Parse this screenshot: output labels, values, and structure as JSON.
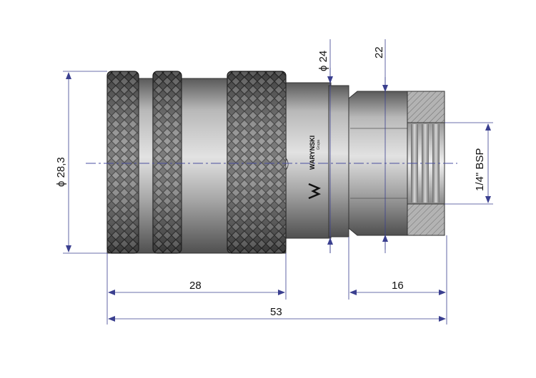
{
  "drawing": {
    "logo": {
      "brand": "WARYNSKI",
      "sub": "Grupa"
    },
    "dimensions": {
      "outer_diameter": "ϕ 28,3",
      "body_diameter": "ϕ 24",
      "hex_size": "22",
      "thread": "1/4\" BSP",
      "socket_length": "28",
      "nipple_length": "16",
      "overall_length": "53"
    },
    "colors": {
      "dimension_line": "#3a3f8f",
      "center_line": "#4a4fa0",
      "metal": "#8d8d8d",
      "section_hatch": "#a9a9a9"
    }
  }
}
